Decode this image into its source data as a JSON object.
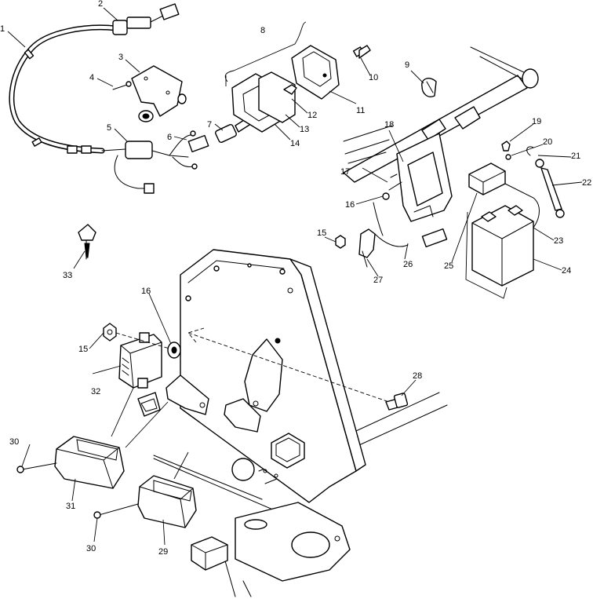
{
  "callouts": {
    "c1": "1",
    "c2": "2",
    "c3": "3",
    "c4": "4",
    "c5": "5",
    "c6": "6",
    "c7": "7",
    "c8": "8",
    "c9": "9",
    "c10": "10",
    "c11": "11",
    "c12": "12",
    "c13": "13",
    "c14": "14",
    "c15a": "15",
    "c15b": "15",
    "c16a": "16",
    "c16b": "16",
    "c17": "17",
    "c18": "18",
    "c19": "19",
    "c20": "20",
    "c21": "21",
    "c22": "22",
    "c23": "23",
    "c24": "24",
    "c25": "25",
    "c26": "26",
    "c27": "27",
    "c28": "28",
    "c29": "29",
    "c30a": "30",
    "c30b": "30",
    "c31": "31",
    "c32": "32",
    "c33": "33"
  }
}
